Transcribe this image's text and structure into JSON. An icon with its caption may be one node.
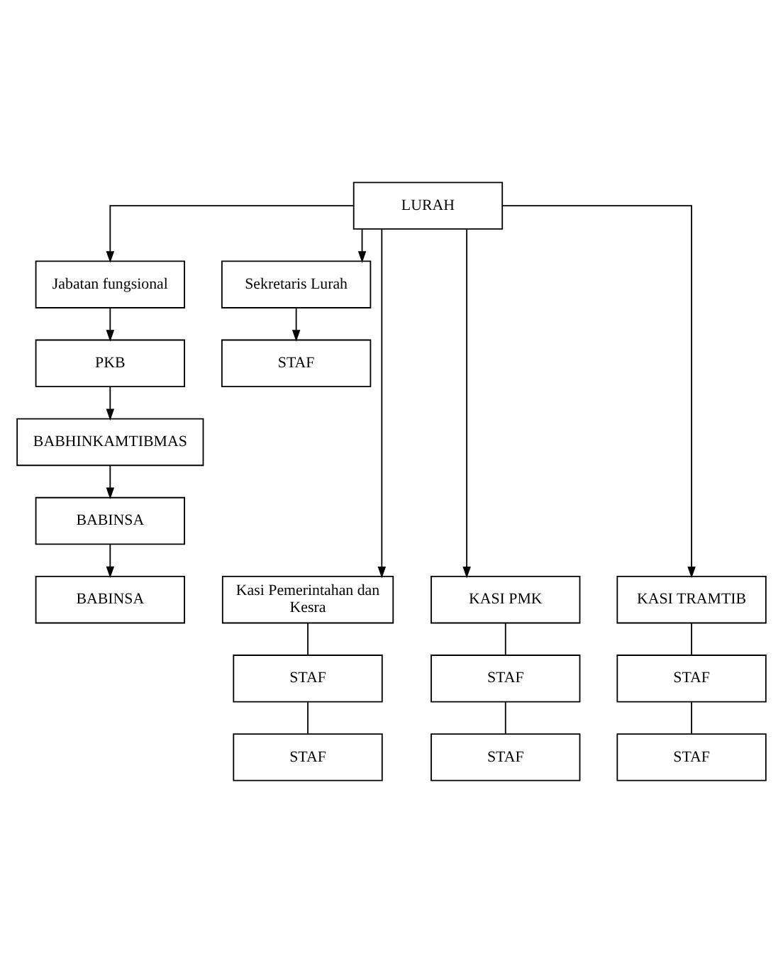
{
  "diagram": {
    "nodes": [
      {
        "text": [
          "LURAH"
        ]
      },
      {
        "text": [
          "Jabatan fungsional"
        ]
      },
      {
        "text": [
          "Sekretaris Lurah"
        ]
      },
      {
        "text": [
          "PKB"
        ]
      },
      {
        "text": [
          "STAF"
        ]
      },
      {
        "text": [
          "BABHINKAMTIBMAS"
        ]
      },
      {
        "text": [
          "BABINSA"
        ]
      },
      {
        "text": [
          "BABINSA"
        ]
      },
      {
        "text": [
          "Kasi Pemerintahan dan Kesra"
        ]
      },
      {
        "text": [
          "KASI PMK"
        ]
      },
      {
        "text": [
          "KASI TRAMTIB"
        ]
      },
      {
        "text": [
          "STAF"
        ]
      },
      {
        "text": [
          "STAF"
        ]
      },
      {
        "text": [
          "STAF"
        ]
      },
      {
        "text": [
          "STAF"
        ]
      },
      {
        "text": [
          "STAF"
        ]
      },
      {
        "text": [
          "STAF"
        ]
      }
    ],
    "edges": [
      {
        "from": 0,
        "to": 1,
        "arrow": "to"
      },
      {
        "from": 0,
        "to": 2,
        "arrow": "to"
      },
      {
        "from": 0,
        "to": 8,
        "arrow": "to"
      },
      {
        "from": 0,
        "to": 9,
        "arrow": "to"
      },
      {
        "from": 0,
        "to": 10,
        "arrow": "to"
      },
      {
        "from": 1,
        "to": 3,
        "arrow": "to"
      },
      {
        "from": 3,
        "to": 5,
        "arrow": "to"
      },
      {
        "from": 5,
        "to": 6,
        "arrow": "to"
      },
      {
        "from": 6,
        "to": 7,
        "arrow": "to"
      },
      {
        "from": 2,
        "to": 4,
        "arrow": "to"
      },
      {
        "from": 8,
        "to": 11,
        "arrow": "none"
      },
      {
        "from": 11,
        "to": 14,
        "arrow": "none"
      },
      {
        "from": 9,
        "to": 12,
        "arrow": "none"
      },
      {
        "from": 12,
        "to": 15,
        "arrow": "none"
      },
      {
        "from": 10,
        "to": 13,
        "arrow": "none"
      },
      {
        "from": 13,
        "to": 16,
        "arrow": "none"
      }
    ]
  }
}
